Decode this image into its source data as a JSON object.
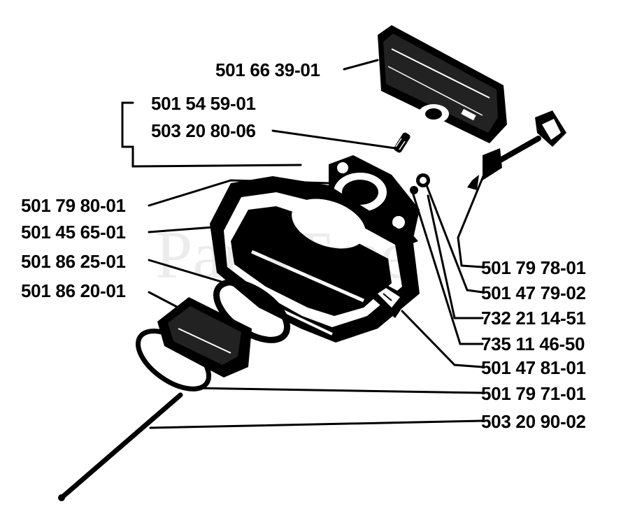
{
  "watermark": "PartsTree",
  "labels": {
    "p_5016639": "501 66 39-01",
    "p_5015459": "501 54 59-01",
    "p_5032080": "503 20 80-06",
    "p_5017980": "501 79 80-01",
    "p_5014565": "501 45 65-01",
    "p_5018625": "501 86 25-01",
    "p_5018620": "501 86 20-01",
    "p_5017978": "501 79 78-01",
    "p_5014779": "501 47 79-02",
    "p_7322114": "732 21 14-51",
    "p_7351146": "735 11 46-50",
    "p_5014781": "501 47 81-01",
    "p_5017971": "501 79 71-01",
    "p_5032090": "503 20 90-02"
  },
  "colors": {
    "ink": "#000000",
    "paper": "#ffffff"
  }
}
